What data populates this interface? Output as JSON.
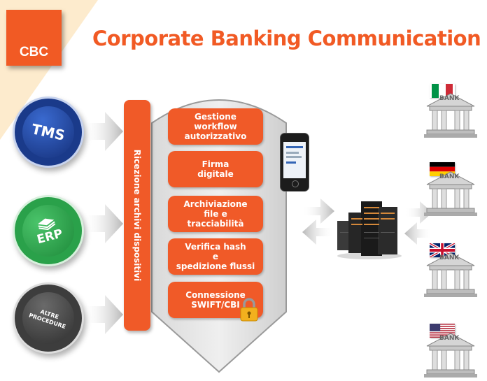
{
  "header": {
    "logo_text": "CBC",
    "title": "Corporate Banking Communication"
  },
  "sources": [
    {
      "label": "TMS"
    },
    {
      "label": "ERP"
    },
    {
      "label": "ALTRE\nPROCEDURE"
    }
  ],
  "receiver": {
    "label": "Ricezione archivi dispositivi"
  },
  "steps": [
    {
      "label": "Gestione\nworkflow\nautorizzativo"
    },
    {
      "label": "Firma\ndigitale"
    },
    {
      "label": "Archiviazione\nfile e\ntracciabilità"
    },
    {
      "label": "Verifica hash\ne\nspedizione flussi"
    },
    {
      "label": "Connessione\nSWIFT/CBI"
    }
  ],
  "banks": [
    {
      "label": "BANK",
      "country": "Italy",
      "flag_colors": [
        "#009246",
        "#ffffff",
        "#ce2b37"
      ]
    },
    {
      "label": "BANK",
      "country": "Germany",
      "flag_colors": [
        "#000000",
        "#dd0000",
        "#ffce00"
      ]
    },
    {
      "label": "BANK",
      "country": "United Kingdom",
      "flag_colors": [
        "#012169",
        "#ffffff",
        "#c8102e"
      ]
    },
    {
      "label": "BANK",
      "country": "United States",
      "flag_colors": [
        "#b22234",
        "#ffffff",
        "#3c3b6e"
      ]
    }
  ],
  "colors": {
    "accent": "#f05a28",
    "tms": "#1a3a8a",
    "erp": "#2aa14a",
    "altre": "#3d3d3d"
  },
  "icons": [
    "phone-icon",
    "server-icon",
    "lock-icon",
    "bank-building-icon",
    "layers-icon"
  ]
}
